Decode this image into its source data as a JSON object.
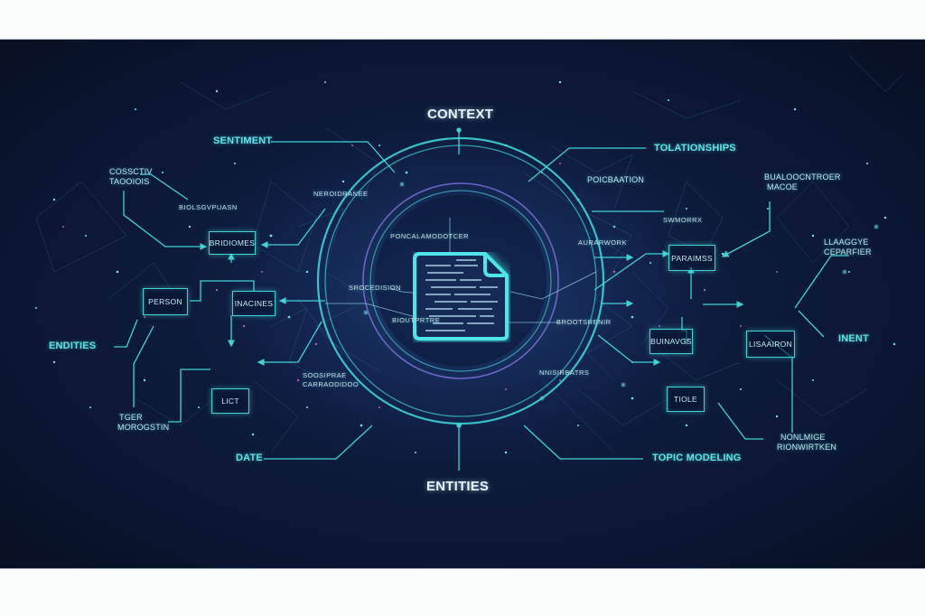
{
  "diagram": {
    "theme": {
      "background": "#0d1a3a",
      "accent": "#3fd3d6",
      "accent_glow": "#5fe3e6",
      "ring_purple": "#6a5acd",
      "node_pink": "#d066d6",
      "title_text": "#e8f6ff"
    },
    "center": {
      "icon": "document-icon",
      "title_top": "CONTEXT",
      "title_bottom": "ENTITIES"
    },
    "primary_labels": {
      "sentiment": "SENTIMENT",
      "relationships": "TOLATIONSHIPS",
      "entities_left": "ENDITIES",
      "intent": "INENT",
      "date": "DATE",
      "topic_modeling": "TOPIC MODELING"
    },
    "secondary_labels": {
      "top_left": [
        "COSSCTIV",
        "TAOOIOIS"
      ],
      "bottom_left": [
        "TGER",
        "MOROGSTIN"
      ],
      "top_right": [
        "BUALOOCNTROER",
        "MACOE"
      ],
      "right": [
        "LLAAGGYE",
        "CEPARFIER"
      ],
      "bottom_right": [
        "NONLMIGE",
        "RIONWIRTKEN"
      ],
      "upper_mid_right": "POICBAATION"
    },
    "small_labels": {
      "left_upper": "NEROIDRANEE",
      "left_mid": "BIOLSGVPUASN",
      "ring_top": "PONCALAMODOTCER",
      "ring_left": "SROCEDISION",
      "ring_left_low": "BIOUTPRTRE",
      "ring_lower_left": [
        "SOOSIPRAE",
        "CARRAODIDOO"
      ],
      "right_upper": "SWMORRX",
      "right_mid": "AURARWORK",
      "ring_right": "BROOTSRENIR",
      "ring_lower_right": "NNISIRBATRS"
    },
    "boxes": {
      "left": [
        {
          "id": "bridomes",
          "label": "BRIDIOMES"
        },
        {
          "id": "person",
          "label": "PERSON"
        },
        {
          "id": "inacines",
          "label": "INACINES"
        },
        {
          "id": "list",
          "label": "LICT"
        }
      ],
      "right": [
        {
          "id": "parameters",
          "label": "PARAIMSS"
        },
        {
          "id": "buildings",
          "label": "BUINAVGS"
        },
        {
          "id": "location",
          "label": "LISAAIRON"
        },
        {
          "id": "title",
          "label": "TIOLE"
        }
      ]
    }
  }
}
